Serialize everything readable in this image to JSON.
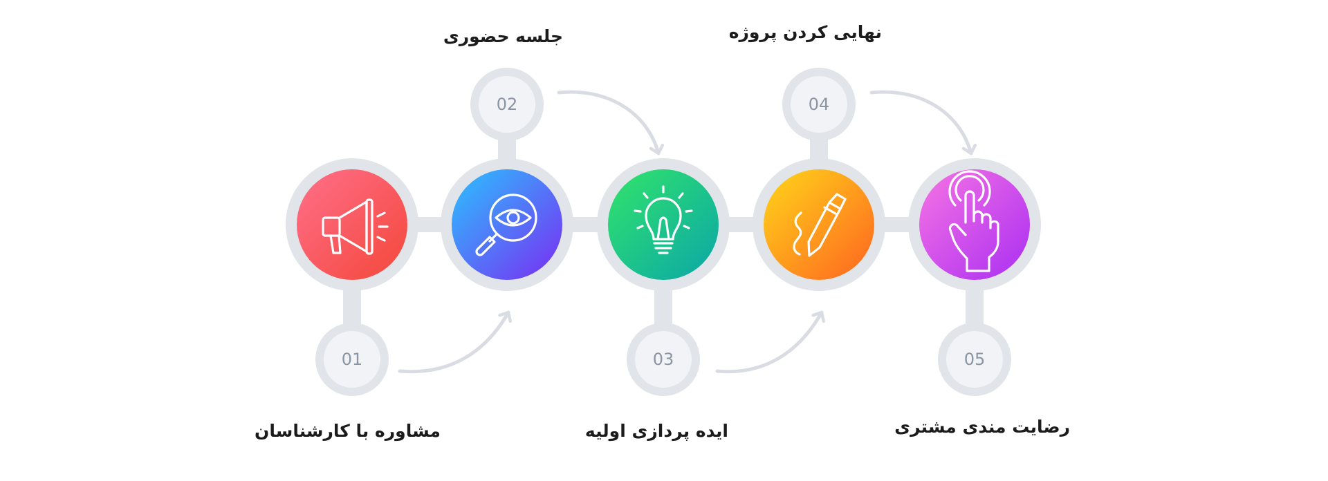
{
  "steps": [
    {
      "number": "01",
      "label": "مشاوره با کارشناسان",
      "icon": "megaphone-icon",
      "gradient": [
        "#ff5f7c",
        "#f7493f"
      ]
    },
    {
      "number": "02",
      "label": "جلسه حضوری",
      "icon": "magnifier-eye-icon",
      "gradient": [
        "#2db8ff",
        "#7a2cf2"
      ]
    },
    {
      "number": "03",
      "label": "ایده پردازی اولیه",
      "icon": "lightbulb-icon",
      "gradient": [
        "#2de36a",
        "#0aa9a4"
      ]
    },
    {
      "number": "04",
      "label": "نهایی کردن پروژه",
      "icon": "pencil-icon",
      "gradient": [
        "#ffd21a",
        "#ff6c20"
      ]
    },
    {
      "number": "05",
      "label": "رضایت مندی مشتری",
      "icon": "touch-hand-icon",
      "gradient": [
        "#f56ae6",
        "#b02cf0"
      ]
    }
  ],
  "colors": {
    "connector": "#e1e4e9",
    "number_disc": "#f2f3f6",
    "arrow": "#d9dde3",
    "label": "#1c1c1c"
  }
}
